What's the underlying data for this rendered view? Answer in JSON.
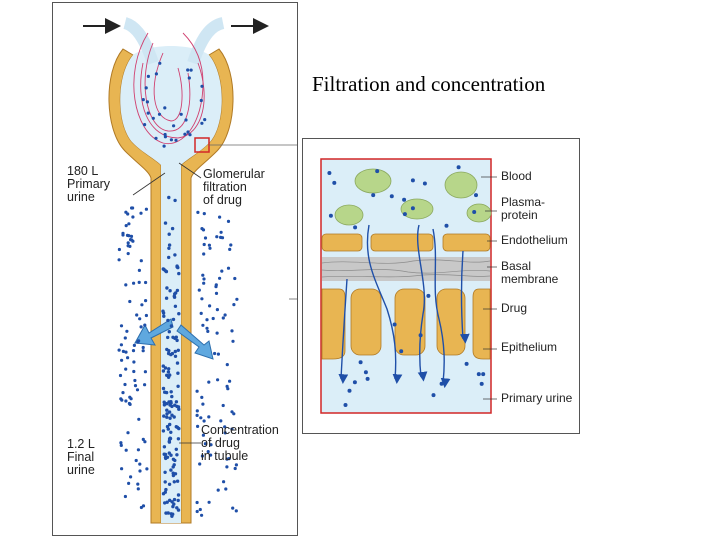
{
  "title": "Filtration and concentration",
  "left_labels": {
    "primary_urine": [
      "180 L",
      "Primary",
      "urine"
    ],
    "glomerular": [
      "Glomerular",
      "filtration",
      "of drug"
    ],
    "final_urine": [
      "1.2 L",
      "Final",
      "urine"
    ],
    "concentration": [
      "Concentration",
      "of drug",
      "in tubule"
    ]
  },
  "right_labels": {
    "blood": [
      "Blood"
    ],
    "plasma_protein": [
      "Plasma-",
      "protein"
    ],
    "endothelium": [
      "Endothelium"
    ],
    "basal_membrane": [
      "Basal",
      "membrane"
    ],
    "drug": [
      "Drug"
    ],
    "epithelium": [
      "Epithelium"
    ],
    "primary_urine": [
      "Primary urine"
    ]
  },
  "colors": {
    "tubule_wall": "#e8b552",
    "tubule_wall_outline": "#b07a25",
    "lumen": "#dbeef8",
    "drug_dot": "#1f4fa8",
    "arrow_blue": "#5fa8df",
    "protein_green": "#b7d68a",
    "highlight_box": "#d22727",
    "capillary_line": "#d04070"
  }
}
